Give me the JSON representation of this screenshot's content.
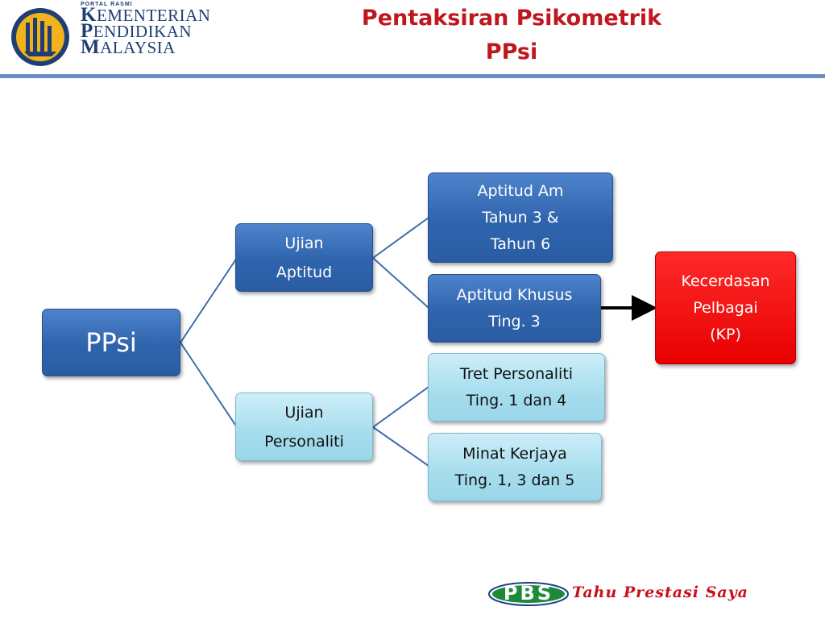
{
  "header": {
    "portal_label": "PORTAL RASMI",
    "ministry_lines": [
      {
        "cap": "K",
        "rest": "EMENTERIAN"
      },
      {
        "cap": "P",
        "rest": "ENDIDIKAN"
      },
      {
        "cap": "M",
        "rest": "ALAYSIA"
      }
    ],
    "title_line1": "Pentaksiran Psikometrik",
    "title_line2": "PPsi"
  },
  "diagram": {
    "root": {
      "label": "PPsi"
    },
    "aptitud": {
      "line1": "Ujian",
      "line2": "Aptitud"
    },
    "personaliti": {
      "line1": "Ujian",
      "line2": "Personaliti"
    },
    "aptitud_am": {
      "line1": "Aptitud Am",
      "line2": "Tahun 3  &",
      "line3": "Tahun 6"
    },
    "aptitud_khusus": {
      "line1": "Aptitud Khusus",
      "line2": "Ting. 3"
    },
    "tret": {
      "line1": "Tret Personaliti",
      "line2": "Ting. 1 dan 4"
    },
    "minat": {
      "line1": "Minat Kerjaya",
      "line2": "Ting. 1, 3  dan 5"
    },
    "kp": {
      "line1": "Kecerdasan",
      "line2": "Pelbagai",
      "line3": "(KP)"
    }
  },
  "colors": {
    "title": "#c0161d",
    "rule": "#6a8ec3",
    "dark_box": "#2f64ad",
    "light_box": "#a6dded",
    "red_box": "#ff0000",
    "connector": "#3e6dad"
  },
  "footer": {
    "brand": "PBS",
    "tagline": "Tahu Prestasi Saya"
  }
}
